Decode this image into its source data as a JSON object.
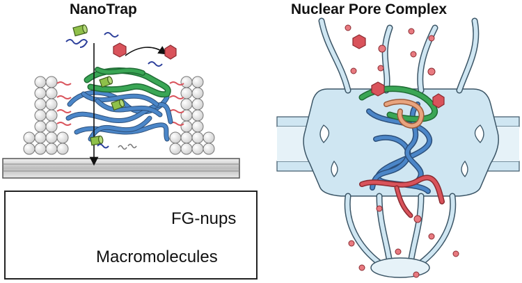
{
  "panels": {
    "left_title": "NanoTrap",
    "right_title": "Nuclear Pore Complex"
  },
  "legend": {
    "fg_label": "FG-nups",
    "macro_label": "Macromolecules"
  },
  "colors": {
    "green": "#3aa655",
    "blue": "#4b86c8",
    "orange": "#e8a47f",
    "red": "#d9535b",
    "lime": "#8fc04a",
    "pore": "#cfe6f2",
    "pore_outline": "#3b5566",
    "sphere": "#ececec",
    "arrow": "#111111"
  }
}
